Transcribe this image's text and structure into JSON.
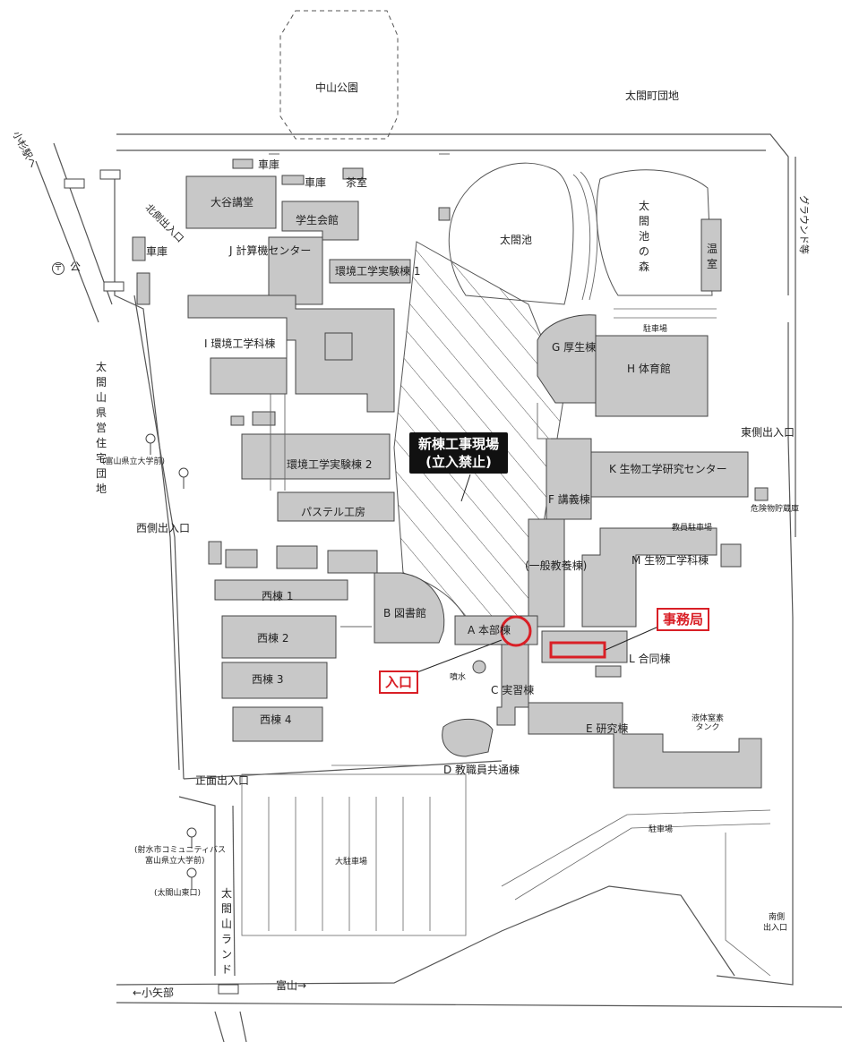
{
  "labels": {
    "nakayama_park": "中山公園",
    "taikocho_danchi": "太閤町団地",
    "kosugi_eki": "小杉駅へ",
    "ground": "グラウンド等",
    "garage1": "車庫",
    "garage2": "車庫",
    "garage3": "車庫",
    "chashitsu": "茶室",
    "otani_hall": "大谷講堂",
    "student_hall": "学生会館",
    "north_gate": "北側出入口",
    "j_center": "J 計算機センター",
    "env_lab1": "環境工学実験棟 1",
    "taikoike": "太閤池",
    "taikoike_forest": "太閤池の森",
    "onshitsu": "温室",
    "parking_top": "駐車場",
    "g_kosei": "G 厚生棟",
    "h_gym": "H 体育館",
    "i_env": "I 環境工学科棟",
    "env_lab2": "環境工学実験棟 2",
    "pastel": "パステル工房",
    "notice_line1": "新棟工事現場",
    "notice_line2": "(立入禁止)",
    "east_gate": "東側出入口",
    "k_bio": "K 生物工学研究センター",
    "hazmat": "危険物貯蔵庫",
    "f_lecture": "F 講義棟",
    "staff_parking": "教員駐車場",
    "m_bio": "M 生物工学科棟",
    "general_edu": "(一般教養棟)",
    "west_gate": "西側出入口",
    "bus_pref_univ": "(富山県立大学前)",
    "west1": "西棟 1",
    "west2": "西棟 2",
    "west3": "西棟 3",
    "west4": "西棟 4",
    "b_library": "B 図書館",
    "a_main": "A 本部棟",
    "jimukyoku": "事務局",
    "iriguchi": "入口",
    "l_joint": "L 合同棟",
    "fountain": "噴水",
    "c_practice": "C 実習棟",
    "lng_tank": "液体窒素タンク",
    "e_research": "E 研究棟",
    "d_staff": "D 教職員共通棟",
    "front_gate": "正面出入口",
    "parking_right": "駐車場",
    "big_parking": "大駐車場",
    "bus_imizu1": "(射水市コミュニティバス",
    "bus_imizu2": "富山県立大学前)",
    "bus_taikoyama": "(太閤山東口)",
    "taikoyama_land": "太閤山ランド",
    "south_gate1": "南側",
    "south_gate2": "出入口",
    "koyabe": "←小矢部",
    "toyama": "富山→",
    "taikoyama_danchi": "太閤山県営住宅団地",
    "post_office": "〒",
    "koban": "公"
  },
  "colors": {
    "building": "#c8c8c8",
    "highlight": "#d91f26",
    "notice_bg": "#111111"
  }
}
